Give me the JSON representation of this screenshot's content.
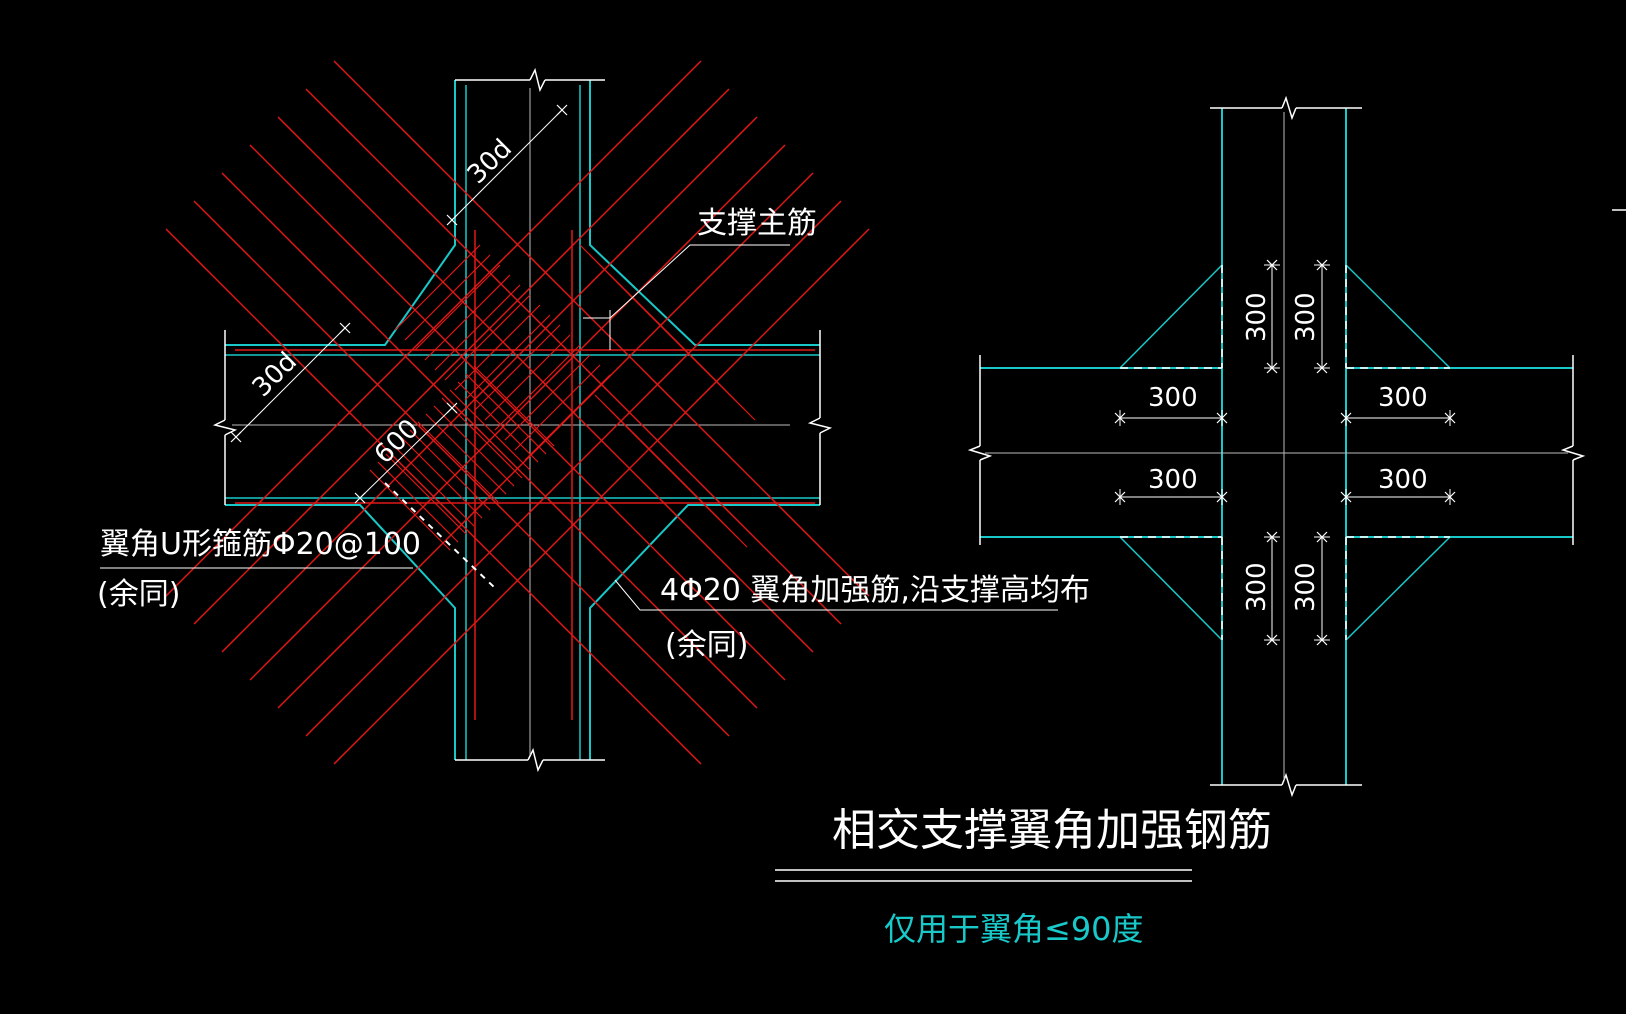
{
  "colors": {
    "background": "#000000",
    "outline": "#19c8c8",
    "rebar": "#e01818",
    "dimension": "#ffffff",
    "note": "#19c8c8"
  },
  "left_detail": {
    "label_main_bar": "支撑主筋",
    "label_u_stirrup": "翼角U形箍筋Φ20@100",
    "label_same_1": "(余同)",
    "label_reinforce": "4Φ20  翼角加强筋,沿支撑高均布",
    "label_same_2": "(余同)",
    "dim_30d_top": "30d",
    "dim_30d_left": "30d",
    "dim_600": "600"
  },
  "right_detail": {
    "dim_v_ul_1": "300",
    "dim_v_ul_2": "300",
    "dim_h_ul": "300",
    "dim_h_ur": "300",
    "dim_h_ll": "300",
    "dim_h_lr": "300",
    "dim_v_ll_1": "300",
    "dim_v_ll_2": "300"
  },
  "title": "相交支撑翼角加强钢筋",
  "subtitle": "仅用于翼角≤90度"
}
